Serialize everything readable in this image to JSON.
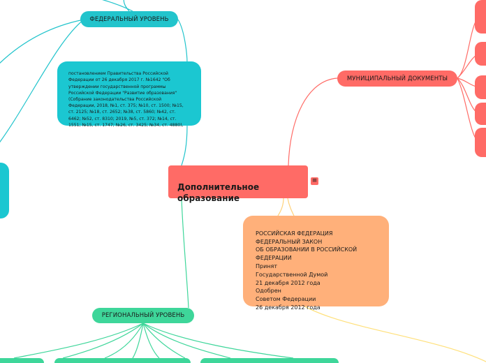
{
  "mindmap": {
    "central": {
      "title": "Дополнительное\nобразование",
      "menu_icon": "menu-icon"
    },
    "federal": {
      "label": "ФЕДЕРАЛЬНЫЙ УРОВЕНЬ",
      "note": "постановлением Правительства Российской\nФедерации от 26 декабря 2017 г. №1642 \"Об\nутверждении государственной программы\nРоссийской Федерации \"Развитие образования\"\n(Собрание законодательства Российской\nФедерации, 2018, №1, ст. 375; №10, ст. 1500; №15,\nст. 2125; №18, ст. 2652; №38, ст. 5860; №42, ст.\n6462; №52, ст. 8310; 2019, №5, ст. 372; №14, ст.\n1551; №15, ст. 1747; №26, ст. 3425; №34, ст. 4880),"
    },
    "municipal": {
      "label": "МУНИЦИПАЛЬНЫЙ ДОКУМЕНТЫ"
    },
    "law": {
      "text": "РОССИЙСКАЯ ФЕДЕРАЦИЯ\nФЕДЕРАЛЬНЫЙ ЗАКОН\nОБ ОБРАЗОВАНИИ В РОССИЙСКОЙ\nФЕДЕРАЦИИ\nПринят\nГосударственной Думой\n21 декабря 2012 года\nОдобрен\nСоветом Федерации\n26 декабря 2012 года"
    },
    "regional": {
      "label": "РЕГИОНАЛЬНЫЙ УРОВЕНЬ"
    },
    "colors": {
      "federal": "#22c4cc",
      "center": "#ff6b66",
      "municipal": "#ff6b66",
      "law": "#ffb07a",
      "regional": "#3ed69a"
    }
  }
}
